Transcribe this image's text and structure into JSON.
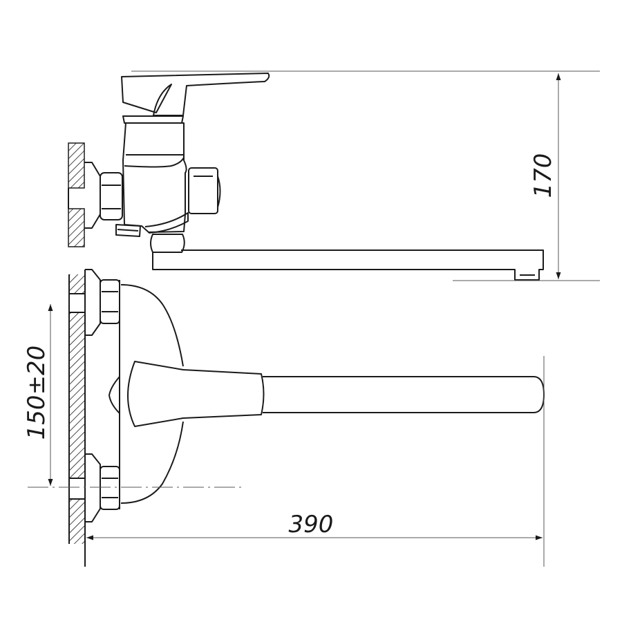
{
  "dimensions": {
    "height": "170",
    "length": "390",
    "spacing": "150±20"
  },
  "colors": {
    "line": "#1a1a1a",
    "background": "#ffffff"
  }
}
